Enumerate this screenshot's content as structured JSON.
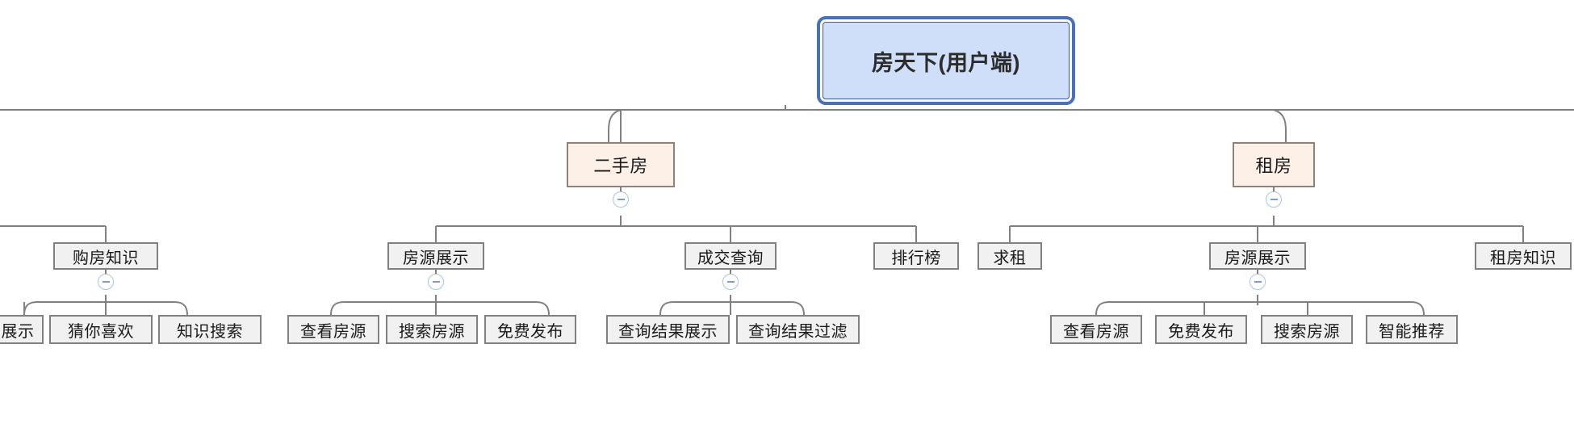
{
  "diagram": {
    "type": "mindmap-tree",
    "title": "房天下(用户端)",
    "orientation": "top-down",
    "colors": {
      "root_fill": "#cfdffa",
      "root_border": "#4a71b8",
      "level2_fill": "#fdf0e6",
      "level2_border": "#8c8279",
      "node_fill": "#f1f1f1",
      "node_border": "#808080",
      "connector": "#808080",
      "toggle_border": "#a9c3e8",
      "background": "#ffffff"
    }
  },
  "root": {
    "label": "房天下(用户端)"
  },
  "nodes": {
    "ershoufang": "二手房",
    "zufang": "租房",
    "gouFangZhishi": "购房知识",
    "fangyuanZhanshi_a": "房源展示",
    "chengjiaoChaxun": "成交查询",
    "paihangbang": "排行榜",
    "qiuzu": "求租",
    "fangyuanZhanshi_b": "房源展示",
    "zufangZhishi": "租房知识"
  },
  "leaves": {
    "zhanshi": "展示",
    "caiNiXihuan": "猜你喜欢",
    "zhishiSousuo": "知识搜索",
    "chakanFangyuan_a": "查看房源",
    "sousuoFangyuan_a": "搜索房源",
    "mianfeiFabu_a": "免费发布",
    "chaxunJieguoZhanshi": "查询结果展示",
    "chaxunJieguoGuolv": "查询结果过滤",
    "chakanFangyuan_b": "查看房源",
    "mianfeiFabu_b": "免费发布",
    "sousuoFangyuan_b": "搜索房源",
    "zhinengTuijian": "智能推荐"
  },
  "toggles": {
    "icon": "collapse-minus-icon",
    "glyph": "−",
    "state": "expanded"
  }
}
